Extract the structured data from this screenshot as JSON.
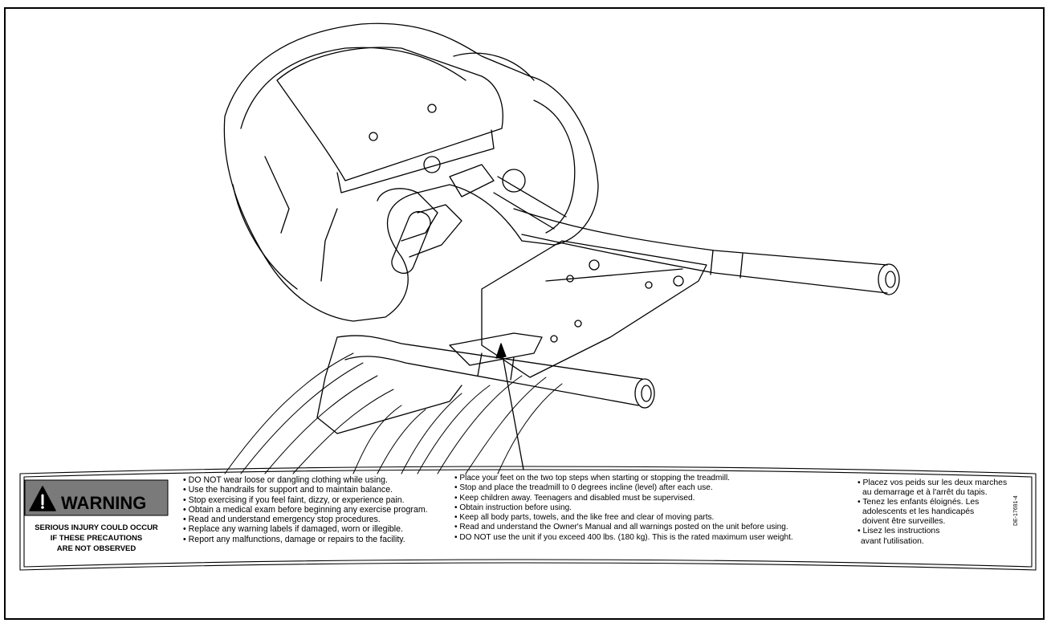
{
  "label": {
    "warning_word": "WARNING",
    "subtitle_lines": [
      "SERIOUS INJURY COULD OCCUR",
      "IF THESE PRECAUTIONS",
      "ARE NOT OBSERVED"
    ],
    "col1_items": [
      "• DO NOT wear loose or dangling clothing while using.",
      "• Use the handrails for support and to maintain balance.",
      "• Stop exercising if you feel faint, dizzy, or experience pain.",
      "• Obtain a medical exam before beginning any exercise program.",
      "• Read and understand emergency stop procedures.",
      "• Replace any warning labels if damaged, worn or illegible.",
      "• Report any malfunctions, damage or repairs to the facility."
    ],
    "col2_items": [
      "• Place your feet on the two top steps when starting or stopping the treadmill.",
      "• Stop and place the treadmill to 0 degrees incline (level) after each use.",
      "• Keep children away. Teenagers and disabled must be supervised.",
      "• Obtain instruction before using.",
      "• Keep all body parts, towels, and the like free and clear of moving parts.",
      "• Read and understand the Owner's Manual and all warnings posted on the unit before using.",
      "• DO NOT use the unit if you exceed 400 lbs. (180 kg). This is the rated maximum user weight."
    ],
    "col3_lines": [
      "• Placez vos peids sur les deux marches",
      "au demarrage et à l'arrêt du tapis.",
      "• Tenez les enfants éloignés. Les",
      "adolescents et les handicapés",
      "doivent être surveilles.",
      "• Lisez les instructions",
      "avant l'utilisation."
    ],
    "part_code": "DE-17691-4"
  },
  "colors": {
    "ink": "#000000",
    "panel": "#7a7a7a",
    "paper": "#ffffff"
  },
  "icons": [
    "warning-triangle-icon"
  ]
}
